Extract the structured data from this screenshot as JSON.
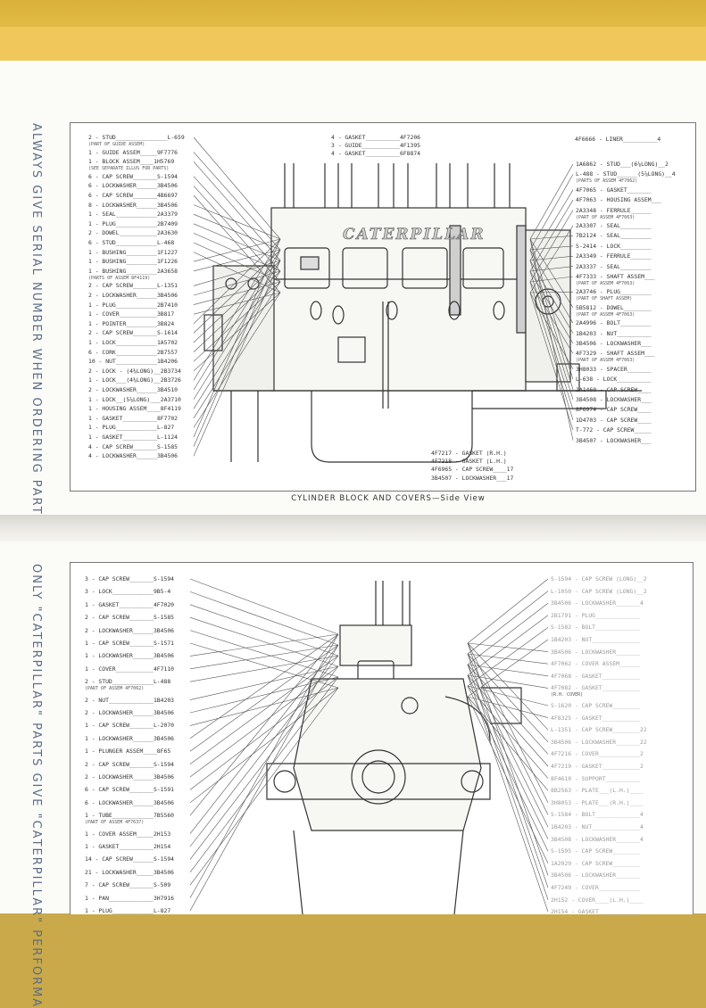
{
  "side_text": {
    "upper": "ALWAYS GIVE SERIAL NUMBER WHEN ORDERING PARTS",
    "lower": "ONLY \"CATERPILLAR\" PARTS GIVE \"CATERPILLAR\" PERFORMA"
  },
  "figure1": {
    "caption": "CYLINDER BLOCK AND COVERS—Side View",
    "casting_text": "CATERPILLAR",
    "left_labels": [
      {
        "line": "2 - STUD_______________L-659",
        "note": "(PART OF GUIDE ASSEM)"
      },
      {
        "line": "1 - GUIDE  ASSEM_____9F7776"
      },
      {
        "line": "1 - BLOCK  ASSEM____1H5769",
        "note": "(SEE SEPARATE ILLUS FOR PARTS)"
      },
      {
        "line": "6 - CAP SCREW_______S-1594"
      },
      {
        "line": "6 - LOCKWASHER______3B4506"
      },
      {
        "line": "6 - CAP SCREW_______4B6697"
      },
      {
        "line": "8 - LOCKWASHER______3B4506"
      },
      {
        "line": "1 - SEAL____________2A3379"
      },
      {
        "line": "1 - PLUG____________2B7409"
      },
      {
        "line": "2 - DOWEL___________2A3630"
      },
      {
        "line": "6 - STUD____________L-468"
      },
      {
        "line": "1 - BUSHING_________1F1227"
      },
      {
        "line": "1 - BUSHING_________1F1226"
      },
      {
        "line": "1 - BUSHING_________2A3658",
        "note": "(PARTS OF ASSEM 8F4119)"
      },
      {
        "line": "2 - CAP SCREW_______L-1351"
      },
      {
        "line": "2 - LOCKWASHER______3B4506"
      },
      {
        "line": "1 - PLUG____________2B7410"
      },
      {
        "line": "1 - COVER___________3B817"
      },
      {
        "line": "1 - POINTER_________3B824"
      },
      {
        "line": "2 - CAP SCREW_______S-1614"
      },
      {
        "line": "1 - LOCK____________1A5702"
      },
      {
        "line": "6 - CORK____________2B7557"
      },
      {
        "line": "10 - NUT____________1B4206"
      },
      {
        "line": "2 - LOCK - (4⅜LONG)__2B3734"
      },
      {
        "line": "1 - LOCK___(4⅜LONG)__2B3726"
      },
      {
        "line": "2 - LOCKWASHER______3B4510"
      },
      {
        "line": "1 - LOCK__(5⅞LONG)___2A3710"
      },
      {
        "line": "1 - HOUSING ASSEM____8F4119"
      },
      {
        "line": "1 - GASKET__________8F7702"
      },
      {
        "line": "1 - PLUG____________L-827"
      },
      {
        "line": "1 - GASKET__________L-1124"
      },
      {
        "line": "4 - CAP SCREW_______S-1585"
      },
      {
        "line": "4 - LOCKWASHER______3B4506"
      }
    ],
    "top_labels": [
      {
        "line": "4 - GASKET__________4F7206"
      },
      {
        "line": "3 - GUIDE___________4F1395"
      },
      {
        "line": "4 - GASKET__________6F8874"
      },
      {
        "line": "4F6666 - LINER__________4"
      }
    ],
    "right_labels": [
      {
        "line": "1A6862 - STUD___(6⅞LONG)__2"
      },
      {
        "line": "L-488 - STUD______(5⅞LONG)__4",
        "note": "(PARTS OF ASSEM 4F7062)"
      },
      {
        "line": "4F7065 - GASKET_______"
      },
      {
        "line": "4F7063 - HOUSING ASSEM___"
      },
      {
        "line": "2A3348 - FERRULE______",
        "note": "(PART OF ASSEM 4F7063)"
      },
      {
        "line": "2A3307 - SEAL_________"
      },
      {
        "line": "7B2124 - SEAL_________"
      },
      {
        "line": "S-2414 - LOCK_________"
      },
      {
        "line": "2A3349 - FERRULE______"
      },
      {
        "line": "2A3337 - SEAL_________"
      },
      {
        "line": "4F7333 - SHAFT ASSEM___",
        "note": "(PART OF ASSEM 4F7063)"
      },
      {
        "line": "2A3746 - PLUG_________",
        "note": "(PART OF SHAFT ASSEM)"
      },
      {
        "line": "5B5812 - DOWEL________",
        "note": "(PART OF ASSEM 4F7063)"
      },
      {
        "line": "2A4996 - BOLT_________"
      },
      {
        "line": "1B4203 - NUT__________"
      },
      {
        "line": "3B4506 - LOCKWASHER___"
      },
      {
        "line": "4F7329 - SHAFT ASSEM___",
        "note": "(PART OF ASSEM 4F7063)"
      },
      {
        "line": "3H8033 - SPACER_______"
      },
      {
        "line": "L-638 - LOCK__________"
      },
      {
        "line": "1A1460 - CAP SCREW____"
      },
      {
        "line": "3B4508 - LOCKWASHER___"
      },
      {
        "line": "8F6974 - CAP SCREW____"
      },
      {
        "line": "1D4703 - CAP SCREW____"
      },
      {
        "line": "T-772 - CAP SCREW_____"
      },
      {
        "line": "3B4507 - LOCKWASHER___"
      }
    ],
    "bottom_labels": [
      {
        "line": "4F7217 - GASKET (R.H.)"
      },
      {
        "line": "4F7218 - GASKET (L.H.)"
      },
      {
        "line": "4F6965 - CAP SCREW____17"
      },
      {
        "line": "3B4507 - LOCKWASHER___17"
      }
    ]
  },
  "figure2": {
    "left_labels": [
      {
        "line": "3 - CAP SCREW_______S-1594"
      },
      {
        "line": "3 - LOCK____________9B5-4"
      },
      {
        "line": "1 - GASKET__________4F7020"
      },
      {
        "line": "2 - CAP SCREW_______S-1585"
      },
      {
        "line": "2 - LOCKWASHER______3B4506"
      },
      {
        "line": "1 - CAP SCREW_______S-1571"
      },
      {
        "line": "1 - LOCKWASHER______3B4506"
      },
      {
        "line": "1 - COVER___________4F7110"
      },
      {
        "line": "2 - STUD____________L-488",
        "note": "(PART OF ASSEM 4F7062)"
      },
      {
        "line": "2 - NUT_____________1B4203"
      },
      {
        "line": "2 - LOCKWASHER______3B4506"
      },
      {
        "line": "1 - CAP SCREW_______L-2070"
      },
      {
        "line": "1 - LOCKWASHER______3B4506"
      },
      {
        "line": "1 - PLUNGER ASSEM____8F65"
      },
      {
        "line": "2 - CAP SCREW_______S-1594"
      },
      {
        "line": "2 - LOCKWASHER______3B4506"
      },
      {
        "line": "6 - CAP SCREW_______S-1591"
      },
      {
        "line": "6 - LOCKWASHER______3B4506"
      },
      {
        "line": "1 - TUBE____________7B5560",
        "note": "(PART OF ASSEM 4F7637)"
      },
      {
        "line": "1 - COVER ASSEM_____2H153"
      },
      {
        "line": "1 - GASKET__________2H154"
      },
      {
        "line": "14 - CAP SCREW______S-1594"
      },
      {
        "line": "21 - LOCKWASHER_____3B4506"
      },
      {
        "line": "7 - CAP SCREW_______S-509"
      },
      {
        "line": "1 - PAN_____________3H7916"
      },
      {
        "line": "1 - PLUG____________L-827"
      }
    ],
    "right_labels": [
      {
        "line": "S-1594 - CAP SCREW (LONG)__2"
      },
      {
        "line": "L-1050 - CAP SCREW (LONG)__2"
      },
      {
        "line": "3B4506 - LOCKWASHER_______4"
      },
      {
        "line": "2B1791 - PLUG_____________"
      },
      {
        "line": "S-1582 - BOLT_____________"
      },
      {
        "line": "1B4203 - NUT______________"
      },
      {
        "line": "3B4506 - LOCKWASHER_______"
      },
      {
        "line": "4F7062 - COVER ASSEM______"
      },
      {
        "line": "4F7068 - GASKET___________"
      },
      {
        "line": "4F7082 - GASKET___________",
        "note": "(R.H. COVER)"
      },
      {
        "line": "S-1620 - CAP SCREW________"
      },
      {
        "line": "4F8325 - GASKET___________"
      },
      {
        "line": "L-1351 - CAP SCREW________22"
      },
      {
        "line": "3B4506 - LOCKWASHER_______22"
      },
      {
        "line": "4F7216 - COVER____________2"
      },
      {
        "line": "4F7219 - GASKET___________2"
      },
      {
        "line": "8F4610 - SUPPORT__________"
      },
      {
        "line": "8B2563 - PLATE___(L.H.)____"
      },
      {
        "line": "3H8053 - PLATE___(R.H.)____"
      },
      {
        "line": "S-1584 - BOLT_____________4"
      },
      {
        "line": "1B4203 - NUT______________4"
      },
      {
        "line": "3B4508 - LOCKWASHER_______4"
      },
      {
        "line": "S-1595 - CAP SCREW________"
      },
      {
        "line": "1A2029 - CAP SCREW________"
      },
      {
        "line": "3B4506 - LOCKWASHER_______"
      },
      {
        "line": "4F7249 - COVER____________"
      },
      {
        "line": "2H152 - COVER____(L.H.)____"
      },
      {
        "line": "2H154 - GASKET____________"
      }
    ]
  }
}
